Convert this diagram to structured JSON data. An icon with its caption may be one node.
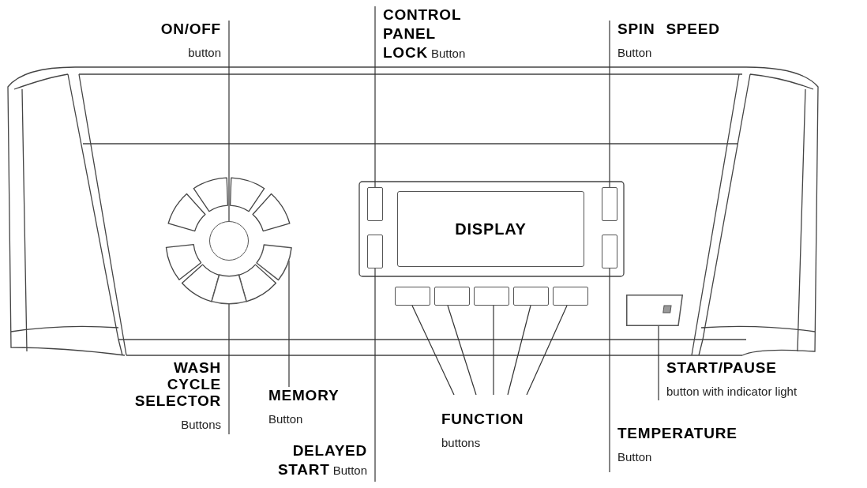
{
  "diagram": {
    "nodes": [
      {
        "text": [
          "ON/OFF",
          "button"
        ]
      },
      {
        "text": [
          "CONTROL PANEL LOCK",
          "Button"
        ]
      },
      {
        "text": [
          "SPIN SPEED",
          "Button"
        ]
      },
      {
        "text": [],
        "shape": "circle"
      },
      {
        "text": [],
        "shape": "box"
      },
      {
        "text": [
          "DISPLAY"
        ]
      },
      {
        "text": [],
        "shape": "box"
      },
      {
        "text": [],
        "shape": "box"
      },
      {
        "text": [],
        "shape": "box"
      },
      {
        "text": [],
        "shape": "box"
      },
      {
        "text": [],
        "shape": "box"
      },
      {
        "text": [],
        "shape": "box"
      },
      {
        "text": [],
        "shape": "box"
      },
      {
        "text": [],
        "shape": "box"
      },
      {
        "text": [],
        "shape": "box"
      },
      {
        "text": [],
        "shape": "box"
      },
      {
        "text": [],
        "shape": "box"
      },
      {
        "text": [
          "WASH CYCLE SELECTOR",
          "Buttons"
        ]
      },
      {
        "text": [
          "MEMORY",
          "Button"
        ]
      },
      {
        "text": [
          "START/PAUSE",
          "button with indicator light"
        ]
      },
      {
        "text": [
          "FUNCTION",
          "buttons"
        ]
      },
      {
        "text": [
          "TEMPERATURE",
          "Button"
        ]
      },
      {
        "text": [
          "DELAYED START",
          "Button"
        ]
      }
    ],
    "edges": [
      {
        "from": 0,
        "to": 3,
        "arrow": "none"
      },
      {
        "from": 1,
        "to": 4,
        "arrow": "none"
      },
      {
        "from": 2,
        "to": 6,
        "arrow": "none"
      },
      {
        "from": 17,
        "to": 10,
        "arrow": "none"
      },
      {
        "from": 18,
        "to": 9,
        "arrow": "none"
      },
      {
        "from": 22,
        "to": 7,
        "arrow": "none"
      },
      {
        "from": 20,
        "to": 11,
        "arrow": "none"
      },
      {
        "from": 20,
        "to": 12,
        "arrow": "none"
      },
      {
        "from": 20,
        "to": 13,
        "arrow": "none"
      },
      {
        "from": 20,
        "to": 14,
        "arrow": "none"
      },
      {
        "from": 20,
        "to": 15,
        "arrow": "none"
      },
      {
        "from": 21,
        "to": 8,
        "arrow": "none"
      },
      {
        "from": 19,
        "to": 16,
        "arrow": "none"
      }
    ]
  }
}
